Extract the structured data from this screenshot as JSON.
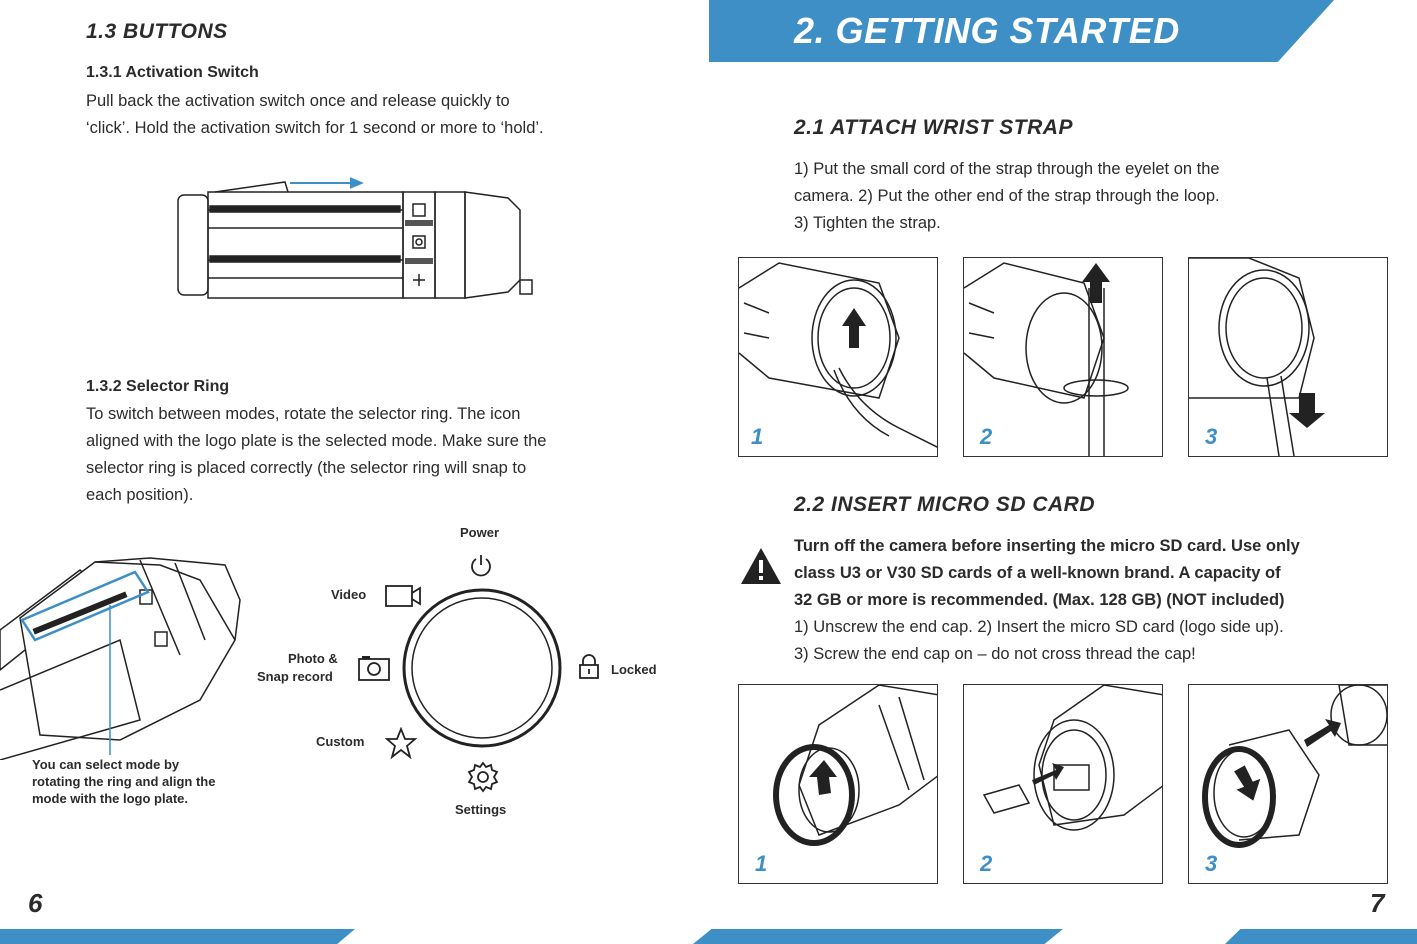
{
  "left_page": {
    "section_title": "1.3  BUTTONS",
    "activation": {
      "title": "1.3.1 Activation Switch",
      "lines": [
        "Pull back the activation switch once and release quickly to",
        "‘click’. Hold the activation switch for 1 second or more to ‘hold’."
      ]
    },
    "selector": {
      "title": "1.3.2 Selector Ring",
      "lines": [
        "To switch between modes, rotate the selector ring. The icon",
        "aligned with the logo plate is the selected mode. Make sure the",
        "selector ring is placed correctly (the selector ring will snap to",
        "each position)."
      ]
    },
    "ring_labels": {
      "power": "Power",
      "video": "Video",
      "photo_line1": "Photo &",
      "photo_line2": "Snap record",
      "locked": "Locked",
      "custom": "Custom",
      "settings": "Settings"
    },
    "callout": [
      "You can select mode by",
      "rotating the ring and align the",
      "mode with the logo plate."
    ],
    "page_number": "6"
  },
  "right_page": {
    "banner_title": "2.  GETTING STARTED",
    "strap": {
      "title": "2.1  ATTACH WRIST STRAP",
      "lines": [
        "1) Put the small cord of the strap through the eyelet on the",
        "camera. 2) Put the other end of the strap through the loop.",
        "3) Tighten the strap."
      ],
      "steps": [
        "1",
        "2",
        "3"
      ]
    },
    "sdcard": {
      "title": "2.2  INSERT MICRO SD CARD",
      "warning_lines": [
        "Turn off the camera before inserting the micro SD card. Use only",
        "class U3 or V30 SD cards of a well-known brand. A capacity of",
        "32 GB or more is recommended. (Max. 128 GB) (NOT included)"
      ],
      "lines": [
        "1) Unscrew the end cap. 2) Insert the micro SD card (logo side up).",
        "3) Screw the end cap on – do not cross thread the cap!"
      ],
      "steps": [
        "1",
        "2",
        "3"
      ]
    },
    "page_number": "7"
  },
  "colors": {
    "accent": "#3d8fc6",
    "text": "#2b2b2b",
    "warning": "#2b2b2b"
  },
  "icons": [
    "power-icon",
    "video-icon",
    "camera-icon",
    "lock-icon",
    "star-icon",
    "gear-icon",
    "warning-icon",
    "arrow-icon"
  ]
}
